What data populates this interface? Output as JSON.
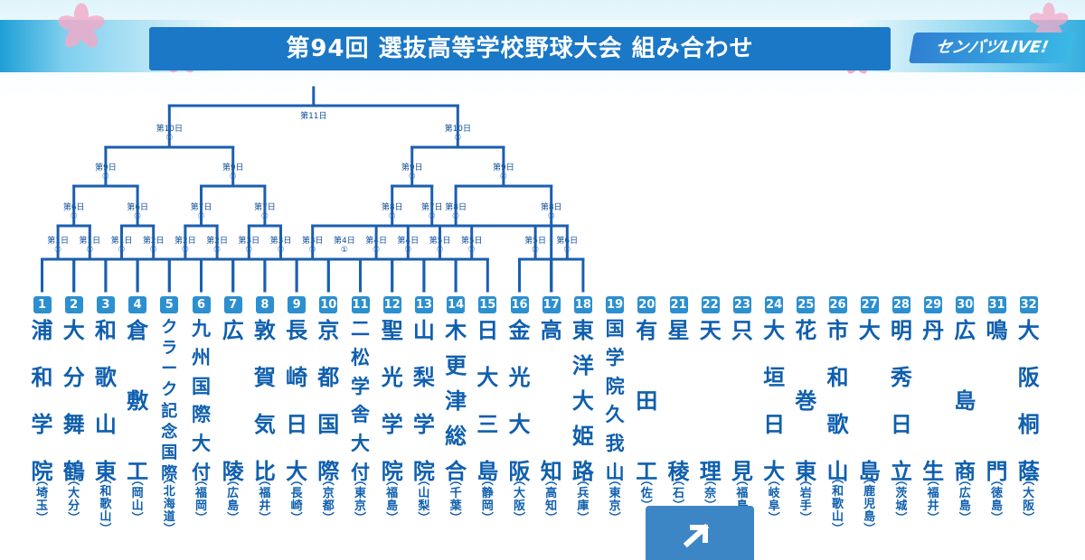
{
  "header": {
    "title": "第94回 選抜高等学校野球大会 組み合わせ",
    "logo": "センバツLIVE!"
  },
  "bracket": {
    "final": "第11日",
    "semifinals": [
      {
        "day": "第10日",
        "game": "①"
      },
      {
        "day": "第10日",
        "game": "②"
      }
    ],
    "quarterfinals": [
      {
        "day": "第9日",
        "game": "①"
      },
      {
        "day": "第9日",
        "game": "②"
      },
      {
        "day": "第9日",
        "game": "③"
      },
      {
        "day": "第9日",
        "game": "④"
      }
    ],
    "round2": [
      {
        "day": "第6日",
        "game": "②"
      },
      {
        "day": "第6日",
        "game": "③"
      },
      {
        "day": "第7日",
        "game": "①"
      },
      {
        "day": "第7日",
        "game": "②"
      },
      {
        "day": "第7日",
        "game": "③"
      },
      {
        "day": "第8日",
        "game": "①"
      },
      {
        "day": "第8日",
        "game": "②"
      },
      {
        "day": "第8日",
        "game": "③"
      }
    ],
    "round1": [
      {
        "day": "第1日",
        "game": "①"
      },
      {
        "day": "第1日",
        "game": "②"
      },
      {
        "day": "第1日",
        "game": "③"
      },
      {
        "day": "第2日",
        "game": "①"
      },
      {
        "day": "第2日",
        "game": "②"
      },
      {
        "day": "第2日",
        "game": "③"
      },
      {
        "day": "第3日",
        "game": "①"
      },
      {
        "day": "第3日",
        "game": "②"
      },
      {
        "day": "第3日",
        "game": "③"
      },
      {
        "day": "第4日",
        "game": "①"
      },
      {
        "day": "第4日",
        "game": "②"
      },
      {
        "day": "第4日",
        "game": "③"
      },
      {
        "day": "第5日",
        "game": "①"
      },
      {
        "day": "第5日",
        "game": "②"
      },
      {
        "day": "第5日",
        "game": "③"
      },
      {
        "day": "第6日",
        "game": "①"
      }
    ],
    "round1_positions": [
      1,
      2,
      3,
      4,
      5,
      6,
      7,
      8,
      9,
      10,
      11,
      12,
      13,
      14,
      16,
      17
    ],
    "round2_pairs": [
      [
        0,
        1
      ],
      [
        2,
        3
      ],
      [
        4,
        5
      ],
      [
        6,
        7
      ],
      [
        8,
        9
      ],
      [
        10,
        11
      ],
      [
        12,
        13
      ],
      [
        14,
        15
      ]
    ],
    "round2_direct_team": [
      null,
      null,
      null,
      null,
      16,
      null,
      null,
      null
    ]
  },
  "teams": [
    {
      "seed": "1",
      "name": "浦和学院",
      "pref": "埼玉"
    },
    {
      "seed": "2",
      "name": "大分舞鶴",
      "pref": "大分"
    },
    {
      "seed": "3",
      "name": "和歌山東",
      "pref": "和歌山"
    },
    {
      "seed": "4",
      "name": "倉敷工",
      "pref": "岡山"
    },
    {
      "seed": "5",
      "name": "クラーク記念国際",
      "pref": "北海道"
    },
    {
      "seed": "6",
      "name": "九州国際大付",
      "pref": "福岡"
    },
    {
      "seed": "7",
      "name": "広陵",
      "pref": "広島"
    },
    {
      "seed": "8",
      "name": "敦賀気比",
      "pref": "福井"
    },
    {
      "seed": "9",
      "name": "長崎日大",
      "pref": "長崎"
    },
    {
      "seed": "10",
      "name": "京都国際",
      "pref": "京都"
    },
    {
      "seed": "11",
      "name": "二松学舎大付",
      "pref": "東京"
    },
    {
      "seed": "12",
      "name": "聖光学院",
      "pref": "福島"
    },
    {
      "seed": "13",
      "name": "山梨学院",
      "pref": "山梨"
    },
    {
      "seed": "14",
      "name": "木更津総合",
      "pref": "千葉"
    },
    {
      "seed": "15",
      "name": "日大三島",
      "pref": "静岡"
    },
    {
      "seed": "16",
      "name": "金光大阪",
      "pref": "大阪"
    },
    {
      "seed": "17",
      "name": "高知",
      "pref": "高知"
    },
    {
      "seed": "18",
      "name": "東洋大姫路",
      "pref": "兵庫"
    },
    {
      "seed": "19",
      "name": "国学院久我山",
      "pref": "東京"
    },
    {
      "seed": "20",
      "name": "有田工",
      "pref": "佐"
    },
    {
      "seed": "21",
      "name": "星稜",
      "pref": "石"
    },
    {
      "seed": "22",
      "name": "天理",
      "pref": "奈"
    },
    {
      "seed": "23",
      "name": "只見",
      "pref": "福島"
    },
    {
      "seed": "24",
      "name": "大垣日大",
      "pref": "岐阜"
    },
    {
      "seed": "25",
      "name": "花巻東",
      "pref": "岩手"
    },
    {
      "seed": "26",
      "name": "市和歌山",
      "pref": "和歌山"
    },
    {
      "seed": "27",
      "name": "大島",
      "pref": "鹿児島"
    },
    {
      "seed": "28",
      "name": "明秀日立",
      "pref": "茨城"
    },
    {
      "seed": "29",
      "name": "丹生",
      "pref": "福井"
    },
    {
      "seed": "30",
      "name": "広島商",
      "pref": "広島"
    },
    {
      "seed": "31",
      "name": "鳴門",
      "pref": "徳島"
    },
    {
      "seed": "32",
      "name": "大阪桐蔭",
      "pref": "大阪"
    }
  ],
  "colors": {
    "line": "#1a5fb0",
    "label": "#0f4f9a",
    "seed_bg": "#2c8fd0",
    "title_bar": "#1a78c6",
    "petal": "#f4a9c8"
  },
  "overlay": {
    "icon": "play-arrow-icon"
  }
}
